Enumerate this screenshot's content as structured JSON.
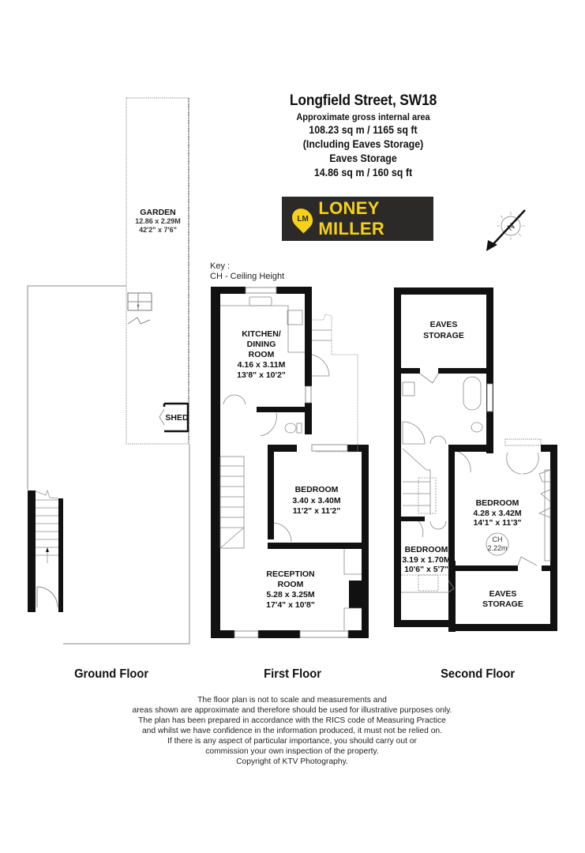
{
  "header": {
    "title": "Longfield Street, SW18",
    "area_label": "Approximate gross internal area",
    "total_area": "108.23 sq m / 1165 sq ft",
    "total_note": "(Including Eaves Storage)",
    "eaves_label": "Eaves Storage",
    "eaves_area": "14.86 sq m / 160 sq ft"
  },
  "logo": {
    "mark": "LM",
    "text": "LONEY MILLER",
    "colors": {
      "background": "#2b2a29",
      "accent": "#f7d117"
    }
  },
  "compass": {
    "icon": "north-arrow-icon",
    "label": "N"
  },
  "key": {
    "title": "Key :",
    "entries": [
      "CH - Ceiling Height"
    ]
  },
  "floors": {
    "ground": {
      "label": "Ground Floor",
      "rooms": [
        {
          "name": "GARDEN",
          "metric": "12.86 x 2.29M",
          "imperial": "42'2\" x 7'6\""
        },
        {
          "name": "SHED"
        }
      ]
    },
    "first": {
      "label": "First Floor",
      "rooms": [
        {
          "name_lines": [
            "KITCHEN/",
            "DINING",
            "ROOM"
          ],
          "metric": "4.16 x 3.11M",
          "imperial": "13'8\" x 10'2\""
        },
        {
          "name": "BEDROOM",
          "metric": "3.40 x 3.40M",
          "imperial": "11'2\" x 11'2\""
        },
        {
          "name_lines": [
            "RECEPTION",
            "ROOM"
          ],
          "metric": "5.28 x 3.25M",
          "imperial": "17'4\" x 10'8\""
        }
      ]
    },
    "second": {
      "label": "Second Floor",
      "rooms": [
        {
          "name_lines": [
            "EAVES",
            "STORAGE"
          ]
        },
        {
          "name": "BEDROOM",
          "metric": "4.28 x 3.42M",
          "imperial": "14'1\" x 11'3\"",
          "ceiling": {
            "label": "CH",
            "value": "2.22m"
          }
        },
        {
          "name": "BEDROOM",
          "metric": "3.19 x 1.70M",
          "imperial": "10'6\" x 5'7\""
        },
        {
          "name_lines": [
            "EAVES",
            "STORAGE"
          ]
        }
      ]
    }
  },
  "disclaimer": [
    "The floor plan is not to scale and measurements and",
    "areas shown are approximate and therefore should be used for illustrative purposes only.",
    "The plan has been prepared in accordance with the RICS code of Measuring Practice",
    "and whilst we have confidence in the information produced, it must not be relied on.",
    "If there is any aspect of particular importance, you should carry out or",
    "commission your own inspection of the property.",
    "Copyright of KTV Photography."
  ]
}
